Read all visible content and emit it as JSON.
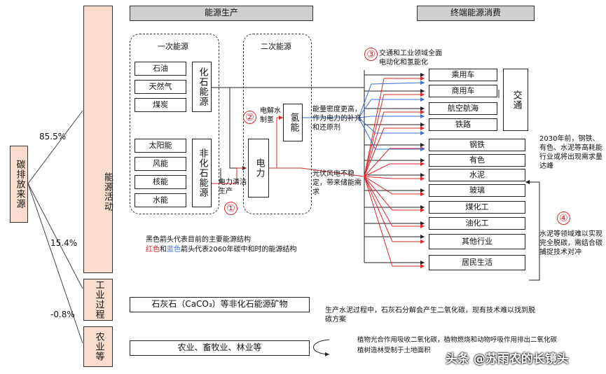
{
  "left": {
    "carbon_source": "碳排放来源",
    "energy_activity": "能源活动",
    "industrial_process": "工业过程",
    "agriculture": "农业等"
  },
  "shares": {
    "energy": "85.5%",
    "industry": "15.4%",
    "agriculture": "-0.8%"
  },
  "headers": {
    "production": "能源生产",
    "consumption": "终端能源消费"
  },
  "primary": {
    "title": "一次能源",
    "fossil_group": "化石能源",
    "nonfossil_group": "非化石能源",
    "fossil": [
      "石油",
      "天然气",
      "煤炭"
    ],
    "nonfossil": [
      "太阳能",
      "风能",
      "核能",
      "水能"
    ]
  },
  "secondary": {
    "title": "二次能源",
    "electricity": "电力",
    "hydrogen": "氢能",
    "electrolysis": "电解水制氢"
  },
  "consumption": {
    "transport_group": "交通",
    "transport": [
      "乘用车",
      "商用车",
      "航空航海",
      "铁路"
    ],
    "industry": [
      "钢铁",
      "有色",
      "水泥",
      "玻璃",
      "煤化工",
      "油化工",
      "其他行业"
    ],
    "residential": "居民生活"
  },
  "markers": [
    "①",
    "②",
    "③",
    "④"
  ],
  "notes": {
    "clean_power": "电力清洁生产",
    "hydrogen_role": "能量密度更高，作为电力的补充和还原剂",
    "pv_wind": "光伏风电不稳定，带来储能需求",
    "electrify": "交通和工业领域全面电动化和氢能化",
    "peak_2030": "2030年前，钢铁、有色、水泥等高耗能行业或将出现需求量达峰",
    "cement_tech": "水泥等领域难以实现完全脱碳，需结合碳捕捉技术对冲",
    "legend_black": "黑色箭头代表目前的主要能源结构",
    "legend_red": "红色",
    "legend_and": "和",
    "legend_blue": "蓝色",
    "legend_tail": "箭头代表2060年碳中和时的能源结构",
    "limestone": "石灰石（CaCO₃）等非化石能源矿物",
    "cement_process": "生产水泥过程中，石灰石分解会产生二氧化碳，现有技术难以找到脱碳方案",
    "agri_sectors": "农业、畜牧业、林业等",
    "photosynthesis": "植物光合作用吸收二氧化碳，植物燃烧和动物呼吸作用排出二氧化碳",
    "reforest": "植树造林受制于土地面积"
  },
  "watermark": "头条 @苏雨农的长镜头",
  "colors": {
    "peach": "#f8dccd",
    "header_gray": "#cfcfcf",
    "red_arrow": "#e0262b",
    "blue_arrow": "#3a6fd8"
  }
}
